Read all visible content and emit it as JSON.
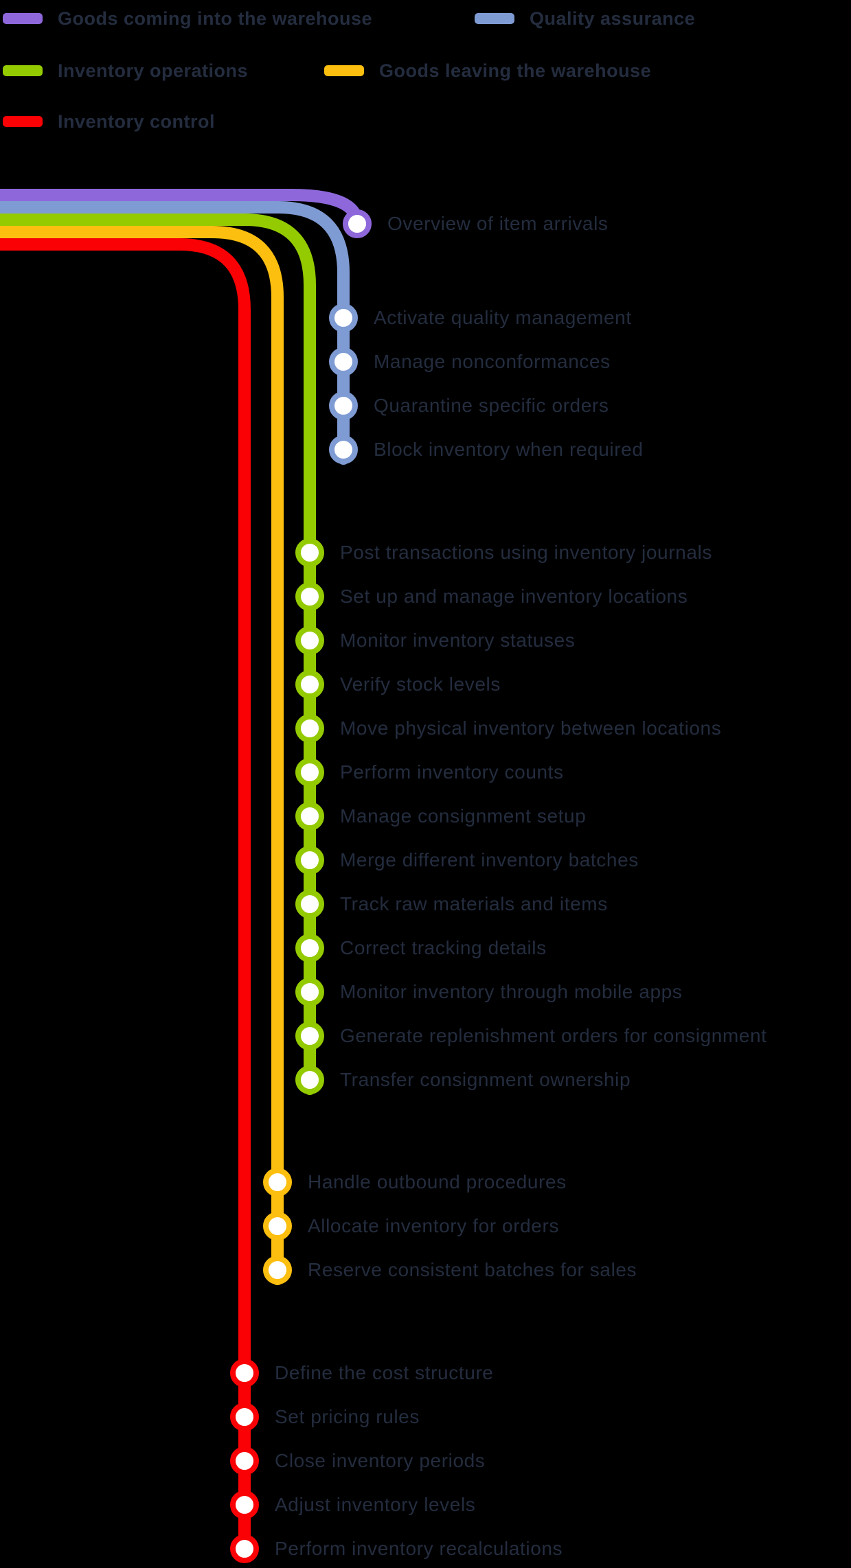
{
  "colors": {
    "purple": "#8E68DB",
    "blue": "#7F9BD3",
    "green": "#94CB00",
    "yellow": "#FCBF0F",
    "red": "#FA0105",
    "station_fill": "#FFFFFF",
    "text": "#242D3F",
    "background": "#000000"
  },
  "legend": {
    "items": [
      {
        "label": "Goods coming into the warehouse",
        "color_key": "purple"
      },
      {
        "label": "Quality assurance",
        "color_key": "blue"
      },
      {
        "label": "Inventory operations",
        "color_key": "green"
      },
      {
        "label": "Goods leaving the warehouse",
        "color_key": "yellow"
      },
      {
        "label": "Inventory control",
        "color_key": "red"
      }
    ]
  },
  "map": {
    "lines": [
      {
        "name": "Goods coming into the warehouse",
        "color_key": "purple",
        "stations": [
          {
            "label": "Overview of item arrivals"
          }
        ]
      },
      {
        "name": "Quality assurance",
        "color_key": "blue",
        "stations": [
          {
            "label": "Activate quality management"
          },
          {
            "label": "Manage nonconformances"
          },
          {
            "label": "Quarantine specific orders"
          },
          {
            "label": "Block inventory when required"
          }
        ]
      },
      {
        "name": "Inventory operations",
        "color_key": "green",
        "stations": [
          {
            "label": "Post transactions using inventory journals"
          },
          {
            "label": "Set up and manage inventory locations"
          },
          {
            "label": "Monitor inventory statuses"
          },
          {
            "label": "Verify stock levels"
          },
          {
            "label": "Move physical inventory between locations"
          },
          {
            "label": "Perform inventory counts"
          },
          {
            "label": "Manage consignment setup"
          },
          {
            "label": "Merge different inventory batches"
          },
          {
            "label": "Track raw materials and items"
          },
          {
            "label": "Correct tracking details"
          },
          {
            "label": "Monitor inventory through mobile apps"
          },
          {
            "label": "Generate replenishment orders for consignment"
          },
          {
            "label": "Transfer consignment ownership"
          }
        ]
      },
      {
        "name": "Goods leaving the warehouse",
        "color_key": "yellow",
        "stations": [
          {
            "label": "Handle outbound procedures"
          },
          {
            "label": "Allocate inventory for orders"
          },
          {
            "label": "Reserve consistent batches for sales"
          }
        ]
      },
      {
        "name": "Inventory control",
        "color_key": "red",
        "stations": [
          {
            "label": "Define the cost structure"
          },
          {
            "label": "Set pricing rules"
          },
          {
            "label": "Close inventory periods"
          },
          {
            "label": "Adjust inventory levels"
          },
          {
            "label": "Perform inventory recalculations"
          }
        ]
      }
    ]
  }
}
